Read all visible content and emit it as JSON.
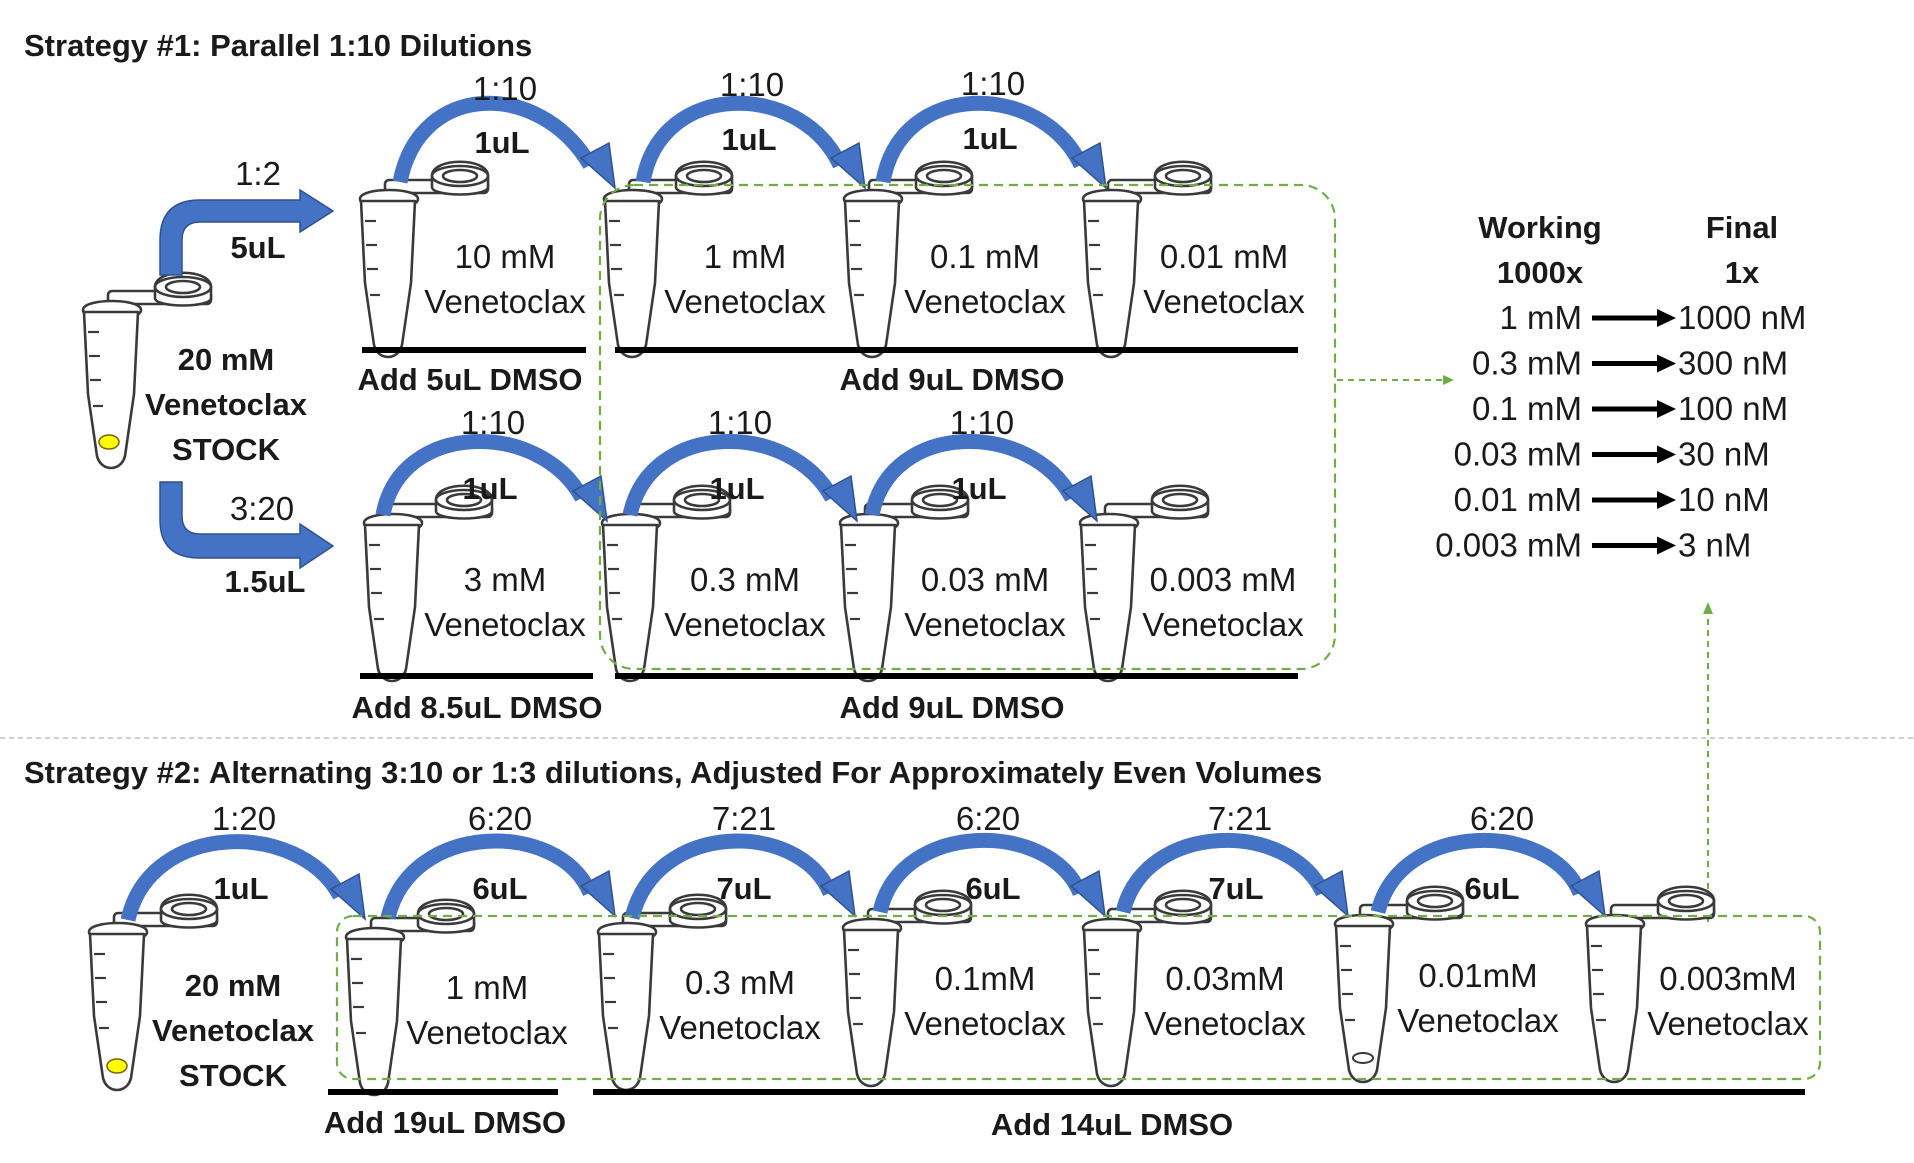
{
  "strategy1": {
    "title": "Strategy #1: Parallel 1:10 Dilutions",
    "stock": {
      "lines": [
        "20 mM",
        "Venetoclax",
        "STOCK"
      ]
    },
    "branch_top": {
      "ratio": "1:2",
      "volume": "5uL"
    },
    "branch_bottom": {
      "ratio": "3:20",
      "volume": "1.5uL"
    },
    "row1": {
      "tubes": [
        {
          "conc": "10 mM",
          "name": "Venetoclax"
        },
        {
          "conc": "1 mM",
          "name": "Venetoclax"
        },
        {
          "conc": "0.1 mM",
          "name": "Venetoclax"
        },
        {
          "conc": "0.01 mM",
          "name": "Venetoclax"
        }
      ],
      "transfers": [
        {
          "ratio": "1:10",
          "volume": "1uL"
        },
        {
          "ratio": "1:10",
          "volume": "1uL"
        },
        {
          "ratio": "1:10",
          "volume": "1uL"
        }
      ],
      "dmso": [
        "Add 5uL DMSO",
        "Add 9uL DMSO"
      ]
    },
    "row2": {
      "tubes": [
        {
          "conc": "3 mM",
          "name": "Venetoclax"
        },
        {
          "conc": "0.3 mM",
          "name": "Venetoclax"
        },
        {
          "conc": "0.03 mM",
          "name": "Venetoclax"
        },
        {
          "conc": "0.003 mM",
          "name": "Venetoclax"
        }
      ],
      "transfers": [
        {
          "ratio": "1:10",
          "volume": "1uL"
        },
        {
          "ratio": "1:10",
          "volume": "1uL"
        },
        {
          "ratio": "1:10",
          "volume": "1uL"
        }
      ],
      "dmso": [
        "Add 8.5uL DMSO",
        "Add 9uL DMSO"
      ]
    }
  },
  "conversion": {
    "header_working": [
      "Working",
      "1000x"
    ],
    "header_final": [
      "Final",
      "1x"
    ],
    "rows": [
      {
        "working": "1 mM",
        "final": "1000 nM"
      },
      {
        "working": "0.3 mM",
        "final": "300 nM"
      },
      {
        "working": "0.1 mM",
        "final": "100 nM"
      },
      {
        "working": "0.03 mM",
        "final": "30 nM"
      },
      {
        "working": "0.01 mM",
        "final": "10 nM"
      },
      {
        "working": "0.003 mM",
        "final": "3 nM"
      }
    ]
  },
  "strategy2": {
    "title": "Strategy #2: Alternating 3:10 or 1:3 dilutions, Adjusted For Approximately Even Volumes",
    "stock": {
      "lines": [
        "20 mM",
        "Venetoclax",
        "STOCK"
      ]
    },
    "tubes": [
      {
        "conc": "1 mM",
        "name": "Venetoclax"
      },
      {
        "conc": "0.3 mM",
        "name": "Venetoclax"
      },
      {
        "conc": "0.1mM",
        "name": "Venetoclax"
      },
      {
        "conc": "0.03mM",
        "name": "Venetoclax"
      },
      {
        "conc": "0.01mM",
        "name": "Venetoclax"
      },
      {
        "conc": "0.003mM",
        "name": "Venetoclax"
      }
    ],
    "transfers": [
      {
        "ratio": "1:20",
        "volume": "1uL"
      },
      {
        "ratio": "6:20",
        "volume": "6uL"
      },
      {
        "ratio": "7:21",
        "volume": "7uL"
      },
      {
        "ratio": "6:20",
        "volume": "6uL"
      },
      {
        "ratio": "7:21",
        "volume": "7uL"
      },
      {
        "ratio": "6:20",
        "volume": "6uL"
      }
    ],
    "dmso": [
      "Add 19uL DMSO",
      "Add 14uL DMSO"
    ]
  },
  "colors": {
    "arrow": "#4472c4",
    "dashed_group": "#70ad47",
    "stock_liquid": "#ffff00",
    "text": "#1a1a1a"
  }
}
